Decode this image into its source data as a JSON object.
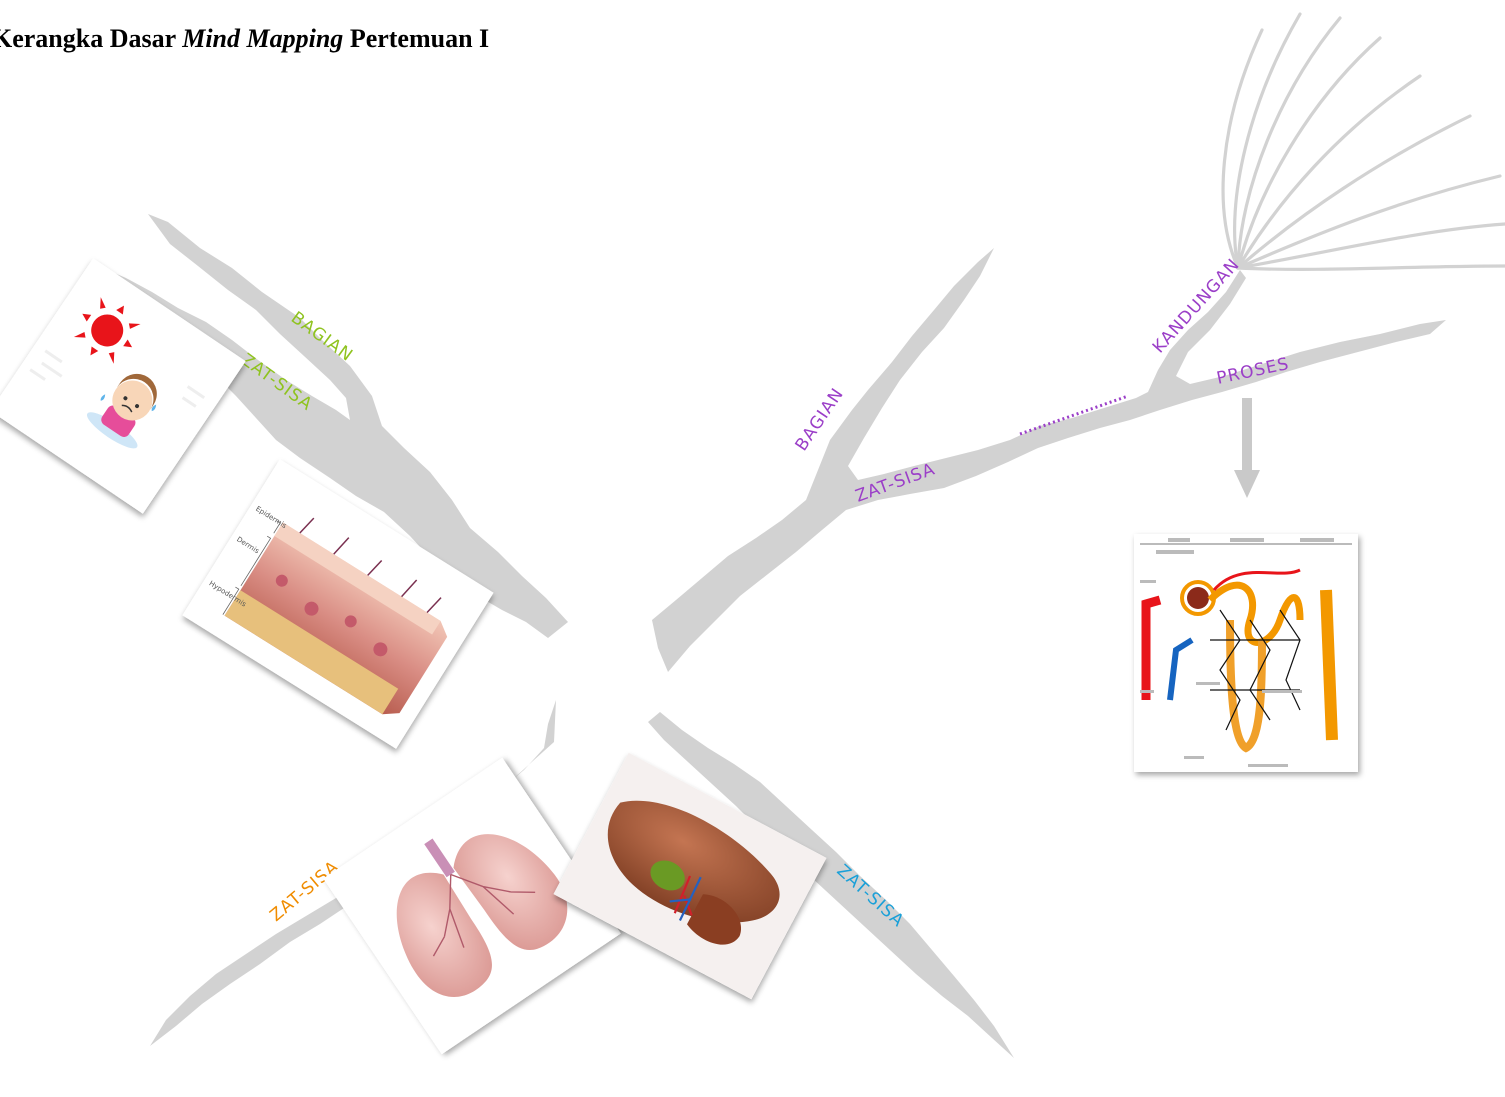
{
  "title": {
    "prefix": "Kerangka Dasar ",
    "italic": "Mind Mapping",
    "suffix": " Pertemuan I"
  },
  "colors": {
    "branch": "#d2d2d2",
    "green": "#8fc31f",
    "purple": "#9b3fc8",
    "orange": "#f08c00",
    "blue": "#1aa0d8"
  },
  "branches": {
    "upper_left": {
      "labels": [
        "BAGIAN",
        "ZAT-SISA"
      ],
      "images": [
        "sweating-child-image",
        "skin-layers-image"
      ],
      "skin_labels": [
        "Epidermis",
        "Dermis",
        "Hypodermis"
      ]
    },
    "upper_right": {
      "labels": [
        "BAGIAN",
        "ZAT-SISA",
        "KANDUNGAN",
        "PROSES"
      ],
      "images": [
        "nephron-diagram-image"
      ]
    },
    "lower_left": {
      "labels": [
        "ZAT-SISA"
      ],
      "images": [
        "lungs-image"
      ]
    },
    "lower_right": {
      "labels": [
        "ZAT-SISA"
      ],
      "images": [
        "liver-image"
      ]
    }
  },
  "icons": [
    "sun-icon",
    "down-arrow-icon",
    "dotted-leader-icon"
  ]
}
